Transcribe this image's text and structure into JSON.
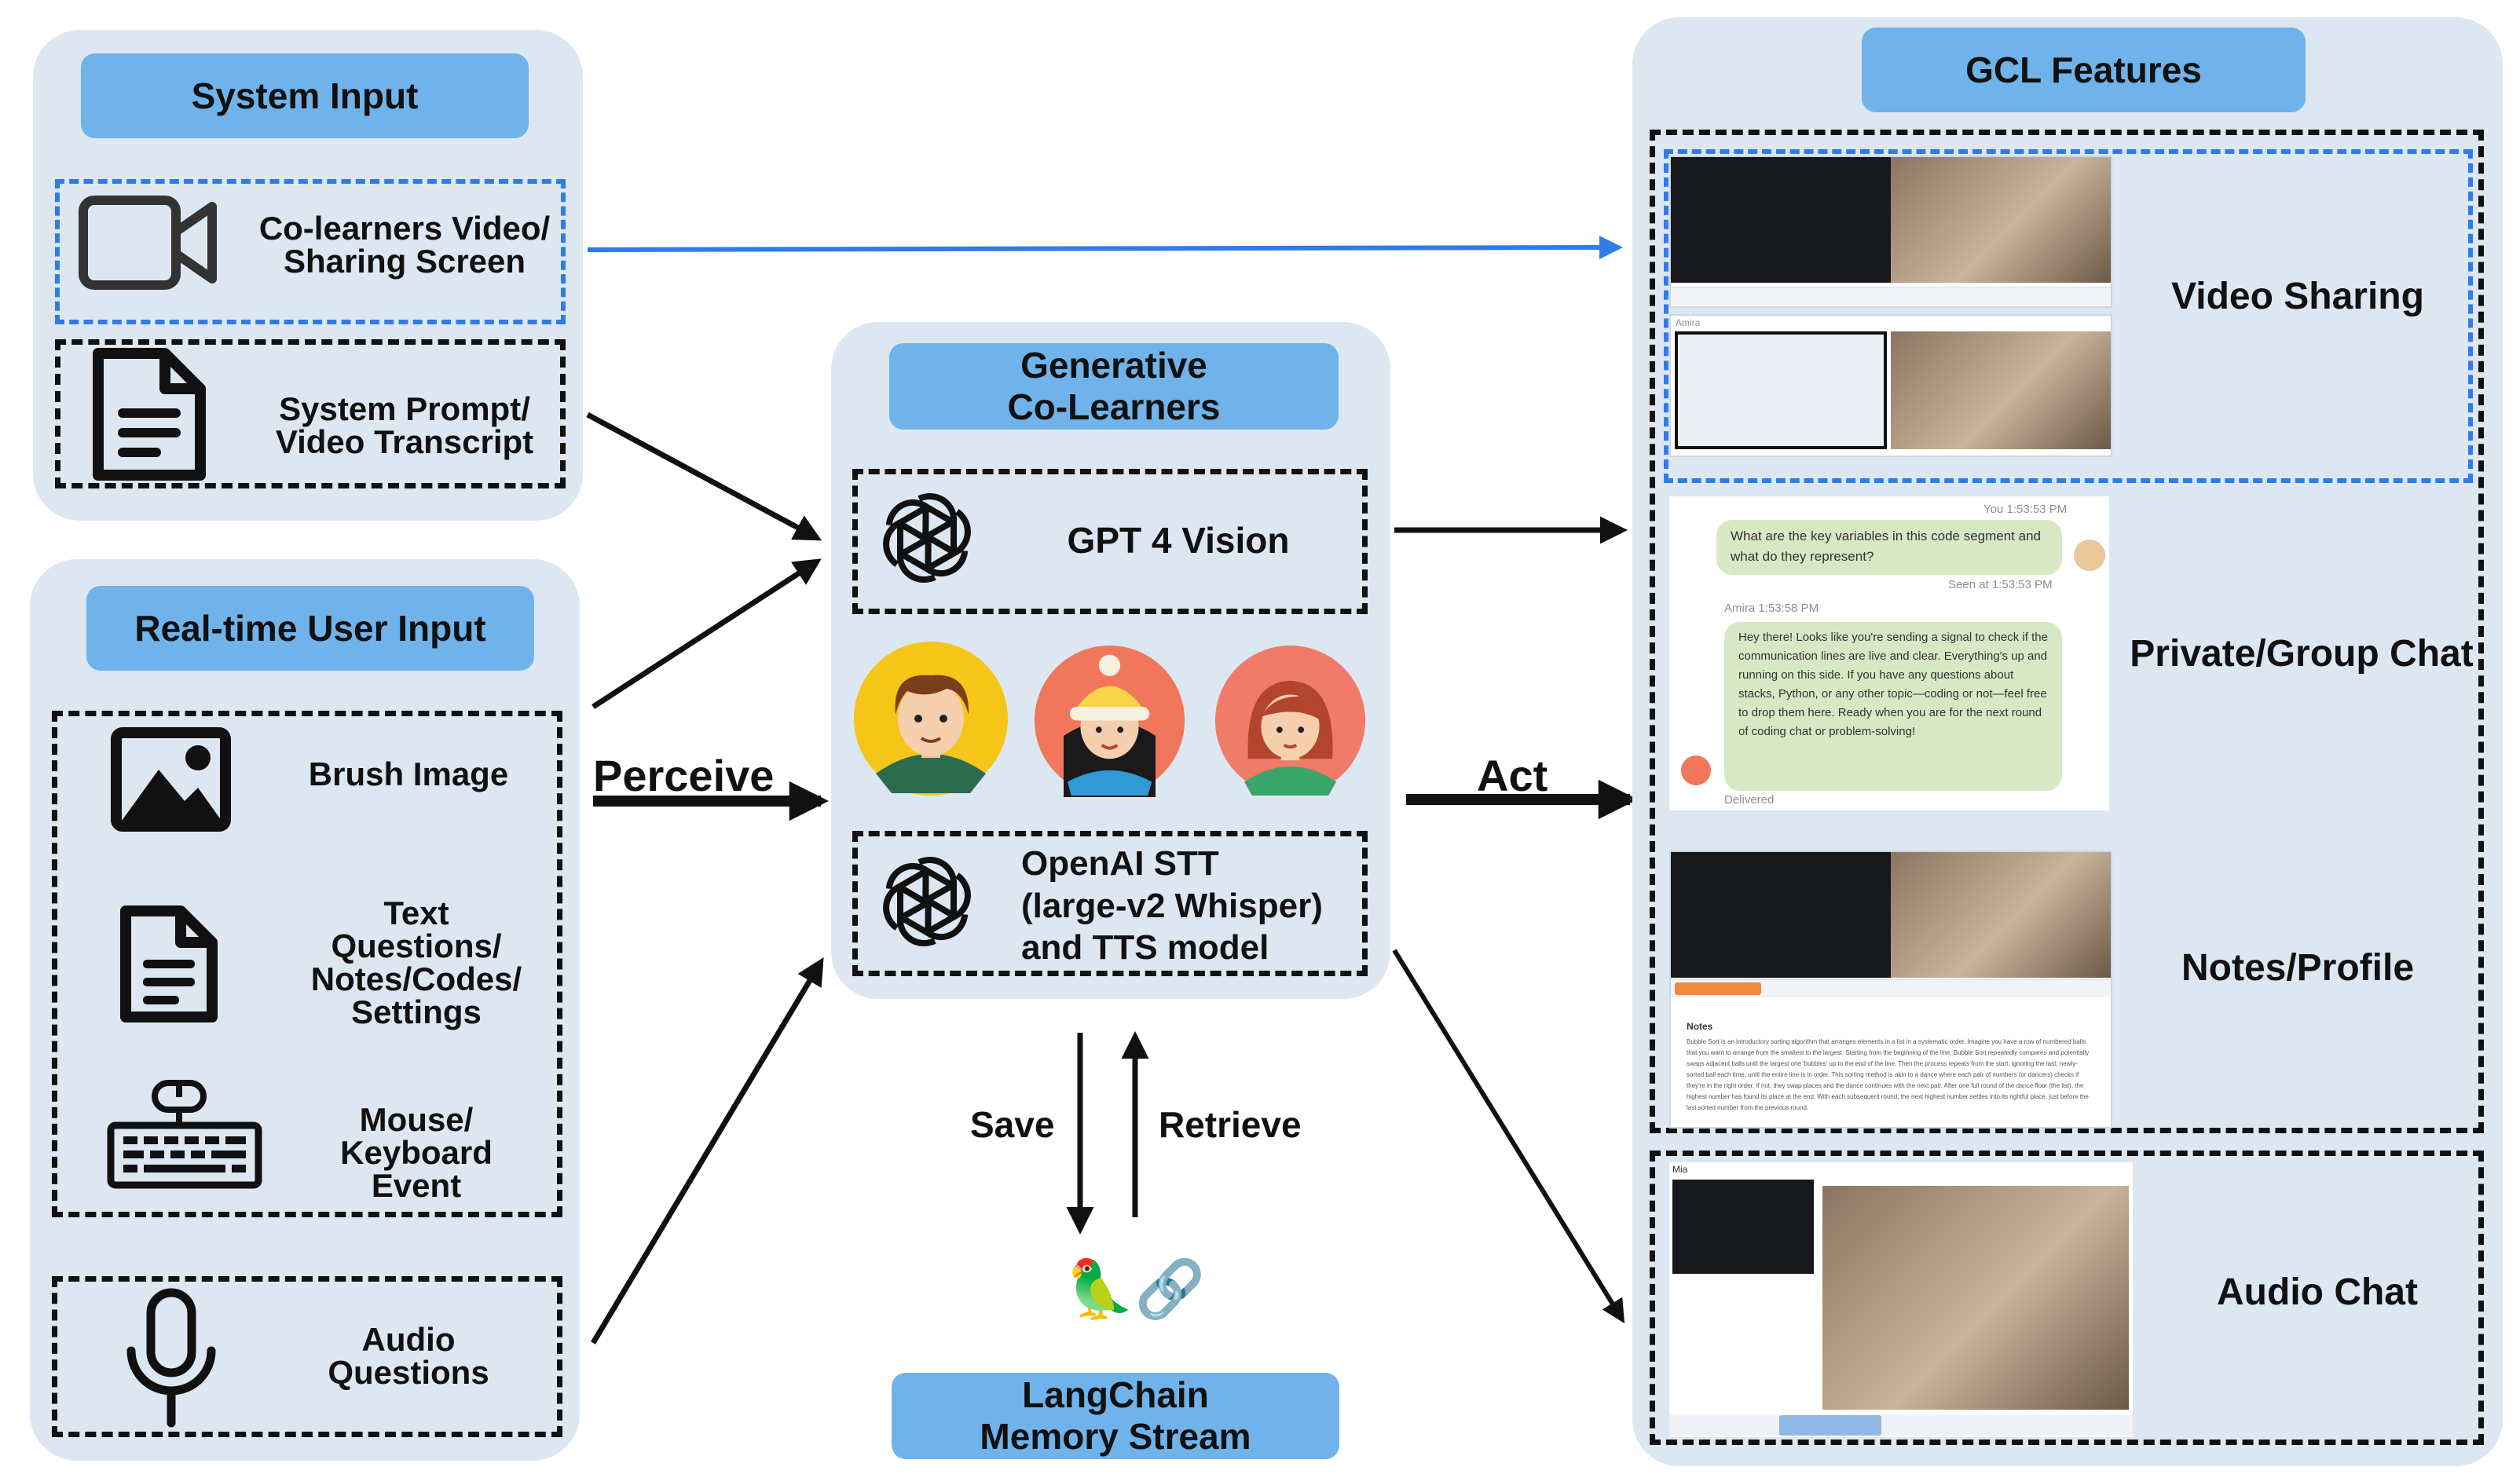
{
  "system_input": {
    "title": "System Input",
    "items": [
      {
        "label_lines": [
          "Co-learners Video/",
          "Sharing Screen"
        ],
        "icon": "video-camera-icon"
      },
      {
        "label_lines": [
          "System Prompt/",
          "Video Transcript"
        ],
        "icon": "document-icon"
      }
    ]
  },
  "user_input": {
    "title": "Real-time User Input",
    "items": [
      {
        "label_lines": [
          "Brush Image"
        ],
        "icon": "image-icon"
      },
      {
        "label_lines": [
          "Text",
          "Questions/",
          "Notes/Codes/",
          "Settings"
        ],
        "icon": "document-icon"
      },
      {
        "label_lines": [
          "Mouse/",
          "Keyboard",
          "Event"
        ],
        "icon": "keyboard-mouse-icon"
      },
      {
        "label_lines": [
          "Audio",
          "Questions"
        ],
        "icon": "microphone-icon"
      }
    ]
  },
  "center": {
    "title_lines": [
      "Generative",
      "Co-Learners"
    ],
    "gpt_label": "GPT 4 Vision",
    "stt_lines": [
      "OpenAI STT",
      "(large-v2 Whisper)",
      "and TTS model"
    ],
    "avatars": [
      "boy-avatar",
      "girl-winter-hat-avatar",
      "girl-red-hair-avatar"
    ]
  },
  "arrows": {
    "perceive": "Perceive",
    "act": "Act",
    "save": "Save",
    "retrieve": "Retrieve"
  },
  "memory": {
    "emoji": "🦜🔗",
    "title_lines": [
      "LangChain",
      "Memory Stream"
    ]
  },
  "features": {
    "title": "GCL Features",
    "items": [
      "Video Sharing",
      "Private/Group Chat",
      "Notes/Profile",
      "Audio Chat"
    ],
    "chat": {
      "you_label": "You",
      "you_time": "1:53:53 PM",
      "question": "What are the key variables in this code segment and what do they represent?",
      "seen": "Seen at 1:53:53 PM",
      "amira_label": "Amira",
      "amira_time": "1:53:58 PM",
      "answer": "Hey there! Looks like you're sending a signal to check if the communication lines are live and clear. Everything's up and running on this side. If you have any questions about stacks, Python, or any other topic—coding or not—feel free to drop them here. Ready when you are for the next round of coding chat or problem-solving!",
      "delivered": "Delivered"
    },
    "notes": {
      "heading": "Notes",
      "text": "Bubble Sort is an introductory sorting algorithm that arranges elements in a list in a systematic order. Imagine you have a row of numbered balls that you want to arrange from the smallest to the largest. Starting from the beginning of the line, Bubble Sort repeatedly compares and potentially swaps adjacent balls until the largest one 'bubbles' up to the end of the line. Then the process repeats from the start, ignoring the last, newly-sorted ball each time, until the entire line is in order. This sorting method is akin to a dance where each pair of numbers (or dancers) checks if they're in the right order. If not, they swap places and the dance continues with the next pair. After one full round of the dance floor (the list), the highest number has found its place at the end. With each subsequent round, the next highest number settles into its rightful place, just before the last sorted number from the previous round."
    },
    "video_name_1": "Amira",
    "audio_name": "Mia"
  },
  "colors": {
    "panel": "#dce7f2",
    "pill": "#6fb3ea",
    "blue_arrow": "#2f7bea",
    "chat_bubble": "#d7e8c4"
  }
}
